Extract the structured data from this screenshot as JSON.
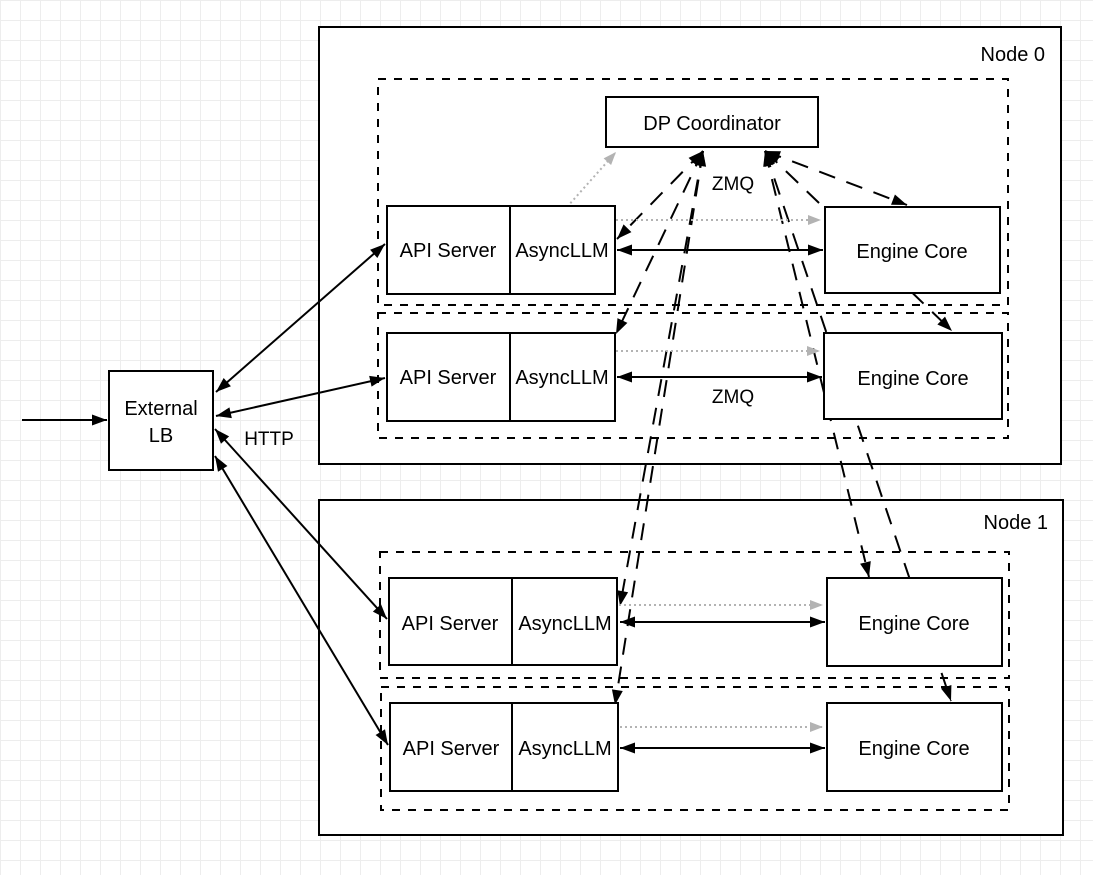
{
  "external_lb": {
    "line1": "External",
    "line2": "LB"
  },
  "nodes": [
    {
      "label": "Node 0"
    },
    {
      "label": "Node 1"
    }
  ],
  "dp_coordinator": {
    "label": "DP Coordinator"
  },
  "rows": [
    {
      "api_server": "API Server",
      "async_llm": "AsyncLLM",
      "engine_core": "Engine Core"
    },
    {
      "api_server": "API Server",
      "async_llm": "AsyncLLM",
      "engine_core": "Engine Core"
    },
    {
      "api_server": "API Server",
      "async_llm": "AsyncLLM",
      "engine_core": "Engine Core"
    },
    {
      "api_server": "API Server",
      "async_llm": "AsyncLLM",
      "engine_core": "Engine Core"
    }
  ],
  "labels": {
    "http": "HTTP",
    "zmq_coordinator": "ZMQ",
    "zmq_row2": "ZMQ"
  },
  "colors": {
    "stroke": "#000000",
    "dotted_gray": "#b3b3b3",
    "box_fill": "#ffffff",
    "grid": "#ededed"
  }
}
